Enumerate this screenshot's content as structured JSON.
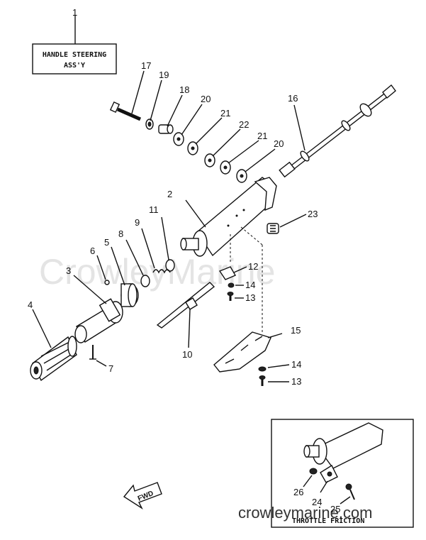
{
  "title_box": {
    "line1": "HANDLE STEERING",
    "line2": "ASS'Y"
  },
  "callouts": [
    "1",
    "17",
    "19",
    "18",
    "20",
    "21",
    "22",
    "21",
    "20",
    "16",
    "2",
    "23",
    "11",
    "9",
    "8",
    "5",
    "6",
    "3",
    "4",
    "7",
    "12",
    "14",
    "13",
    "10",
    "15",
    "14",
    "13",
    "26",
    "24",
    "25"
  ],
  "inset": {
    "label": "THROTTLE FRICTION"
  },
  "direction_label": "FWD",
  "watermark": "CrowleyMarine",
  "footer_url": "crowleymarine.com"
}
